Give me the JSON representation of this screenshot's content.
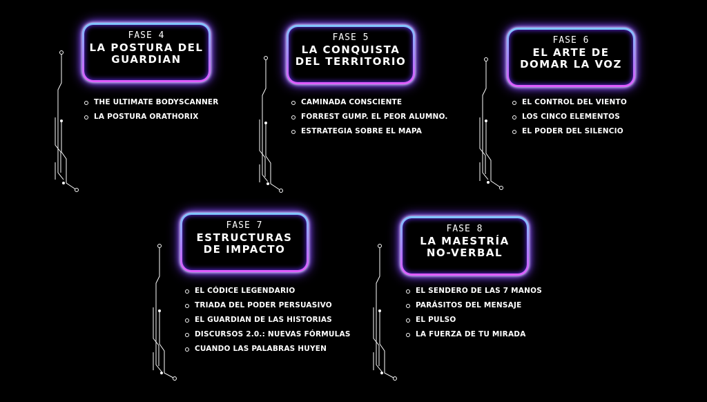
{
  "phases": [
    {
      "label": "FASE 4",
      "title": "LA POSTURA DEL\nGUARDIAN",
      "items": [
        "THE ULTIMATE BODYSCANNER",
        "LA POSTURA ORATHORIX"
      ]
    },
    {
      "label": "FASE 5",
      "title": "LA CONQUISTA\nDEL TERRITORIO",
      "items": [
        "CAMINADA CONSCIENTE",
        "FORREST GUMP. EL PEOR ALUMNO.",
        "ESTRATEGIA SOBRE EL MAPA"
      ]
    },
    {
      "label": "FASE 6",
      "title": "EL ARTE DE\nDOMAR LA VOZ",
      "items": [
        "EL CONTROL DEL VIENTO",
        "LOS CINCO ELEMENTOS",
        "EL PODER DEL SILENCIO"
      ]
    },
    {
      "label": "FASE 7",
      "title": "ESTRUCTURAS\nDE IMPACTO",
      "items": [
        "EL CÓDICE LEGENDARIO",
        "TRIADA DEL PODER PERSUASIVO",
        "EL GUARDIAN DE LAS HISTORIAS",
        "DISCURSOS 2.0.: NUEVAS FÓRMULAS",
        "CUANDO LAS PALABRAS HUYEN"
      ]
    },
    {
      "label": "FASE 8",
      "title": "LA MAESTRÍA\nNO-VERBAL",
      "items": [
        "EL SENDERO DE LAS 7 MANOS",
        "PARÁSITOS DEL MENSAJE",
        "EL PULSO",
        "LA FUERZA DE TU MIRADA"
      ]
    }
  ],
  "colors": {
    "background": "#000000",
    "neon_border": "#b6a8ff",
    "neon_glow": "#7a3cff",
    "circuit": "#ffffff"
  }
}
